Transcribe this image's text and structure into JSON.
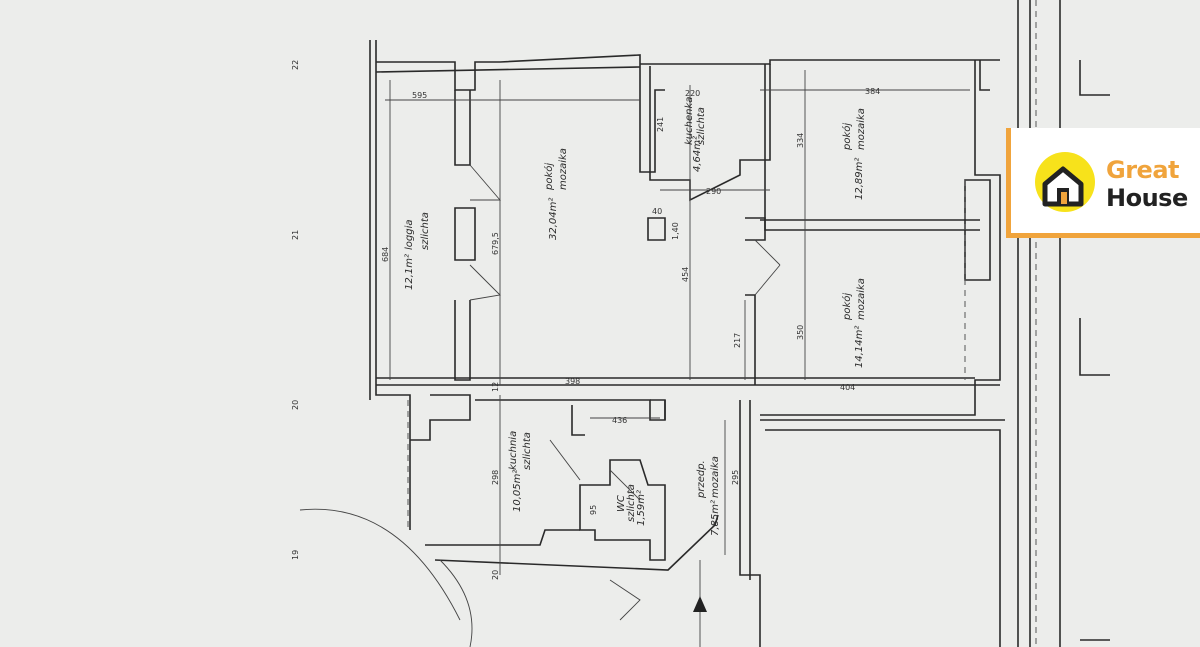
{
  "plan": {
    "grid_marks": [
      "22",
      "21",
      "20",
      "19"
    ],
    "rooms": {
      "loggia": {
        "name": "loggia",
        "floor": "szlichta",
        "area": "12,1m²"
      },
      "living": {
        "name": "pokój",
        "floor": "mozaika",
        "area": "32,04m²"
      },
      "kitchenette": {
        "name": "kuchenka",
        "floor": "szlichta",
        "area": "4,64m²"
      },
      "room1": {
        "name": "pokój",
        "floor": "mozaika",
        "area": "12,89m²"
      },
      "room2": {
        "name": "pokój",
        "floor": "mozaika",
        "area": "14,14m²"
      },
      "kitchen": {
        "name": "kuchnia",
        "floor": "szlichta",
        "area": "10,05m²"
      },
      "wc": {
        "name": "WC",
        "floor": "szlichta",
        "area": "1,59m²"
      },
      "hall": {
        "name": "przedp.",
        "floor": "mozaika",
        "area": "7,85m²"
      }
    },
    "dimensions": {
      "d684": "684",
      "d6795": "679,5",
      "d595": "595",
      "d454": "454",
      "d334": "334",
      "d350": "350",
      "d298": "298",
      "d295": "295",
      "d241": "241",
      "d217": "217",
      "d404": "404",
      "d398": "398",
      "d220": "220",
      "d290": "290",
      "d384": "384",
      "d436": "436",
      "d95": "95",
      "d12": "12",
      "d20": "20",
      "d40": "40",
      "d140": "1,40"
    }
  },
  "logo": {
    "line1": "Great",
    "line2": "House",
    "text": "Great House",
    "accent": "#f0a43c",
    "sun": "#f7e21b"
  }
}
